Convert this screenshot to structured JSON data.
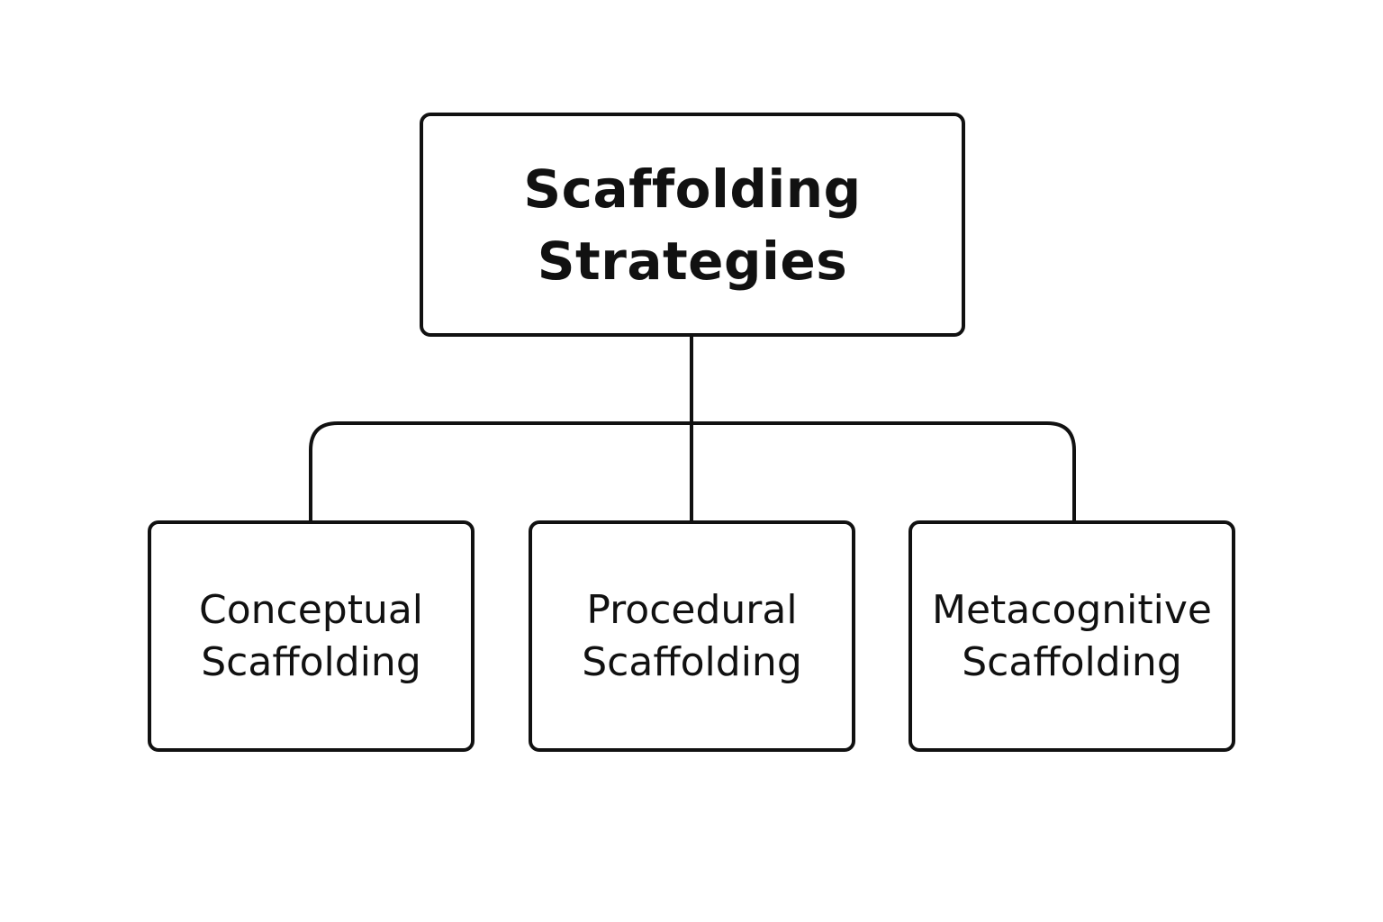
{
  "diagram": {
    "root": {
      "lines": [
        "Scaffolding",
        "Strategies"
      ]
    },
    "children": [
      {
        "lines": [
          "Conceptual",
          "Scaffolding"
        ]
      },
      {
        "lines": [
          "Procedural",
          "Scaffolding"
        ]
      },
      {
        "lines": [
          "Metacognitive",
          "Scaffolding"
        ]
      }
    ],
    "colors": {
      "stroke": "#111111",
      "background": "#ffffff"
    }
  }
}
